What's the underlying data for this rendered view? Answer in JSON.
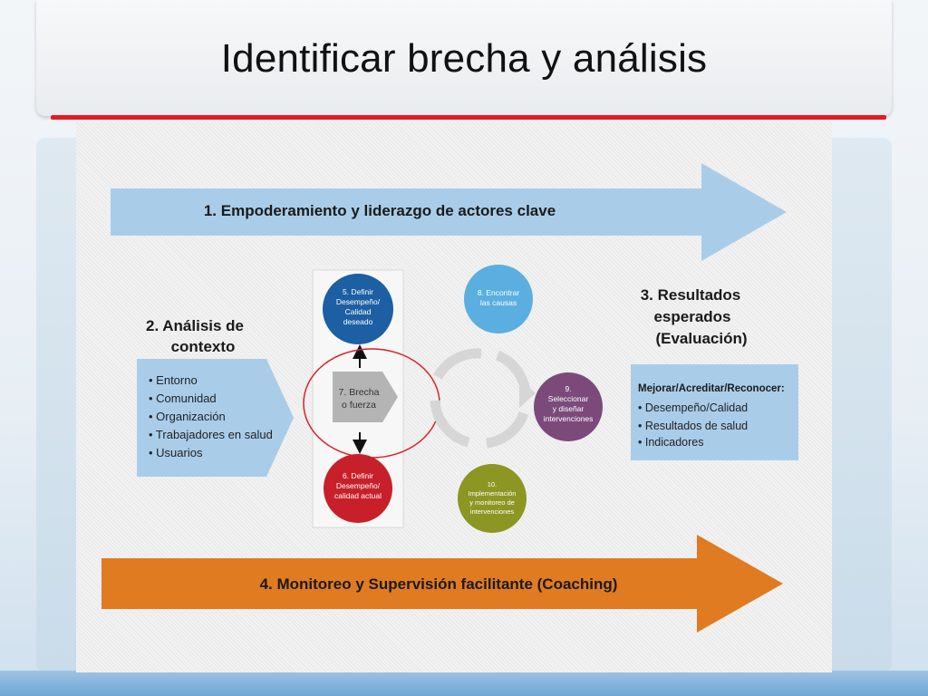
{
  "slide": {
    "title": "Identificar brecha y análisis"
  },
  "diagram": {
    "arrow_1": {
      "label": "1. Empoderamiento y liderazgo de actores clave",
      "color": "#a9cde9"
    },
    "arrow_4": {
      "label": "4. Monitoreo y Supervisión facilitante (Coaching)",
      "color": "#e07b22"
    },
    "analysis": {
      "heading_line1": "2. Análisis de",
      "heading_line2": "contexto",
      "items": [
        "• Entorno",
        "• Comunidad",
        "• Organización",
        "• Trabajadores en salud",
        "• Usuarios"
      ],
      "color": "#a9cde9"
    },
    "results": {
      "heading_line1": "3. Resultados",
      "heading_line2": "esperados",
      "heading_line3": "(Evaluación)",
      "box_title": "Mejorar/Acreditar/Reconocer:",
      "items": [
        "• Desempeño/Calidad",
        "• Resultados de salud",
        "• Indicadores"
      ],
      "color": "#a9cde9"
    },
    "step5": {
      "lines": [
        "5. Definir",
        "Desempeño/",
        "Calidad",
        "deseado"
      ],
      "color": "#1c5fa3"
    },
    "step6": {
      "lines": [
        "6. Definir",
        "Desempeño/",
        "calidad actual"
      ],
      "color": "#c8202a"
    },
    "step7": {
      "lines": [
        "7. Brecha",
        "o fuerza"
      ],
      "color": "#b4b4b4"
    },
    "step8": {
      "lines": [
        "8. Encontrar",
        "las causas"
      ],
      "color": "#5aaee0"
    },
    "step9": {
      "lines": [
        "9.",
        "Seleccionar",
        "y diseñar",
        "intervenciones"
      ],
      "color": "#7b4a7b"
    },
    "step10": {
      "lines": [
        "10.",
        "Implementación",
        "y monitoreo de",
        "intervenciones"
      ],
      "color": "#8c9622"
    },
    "highlight_color": "#d9202a"
  }
}
